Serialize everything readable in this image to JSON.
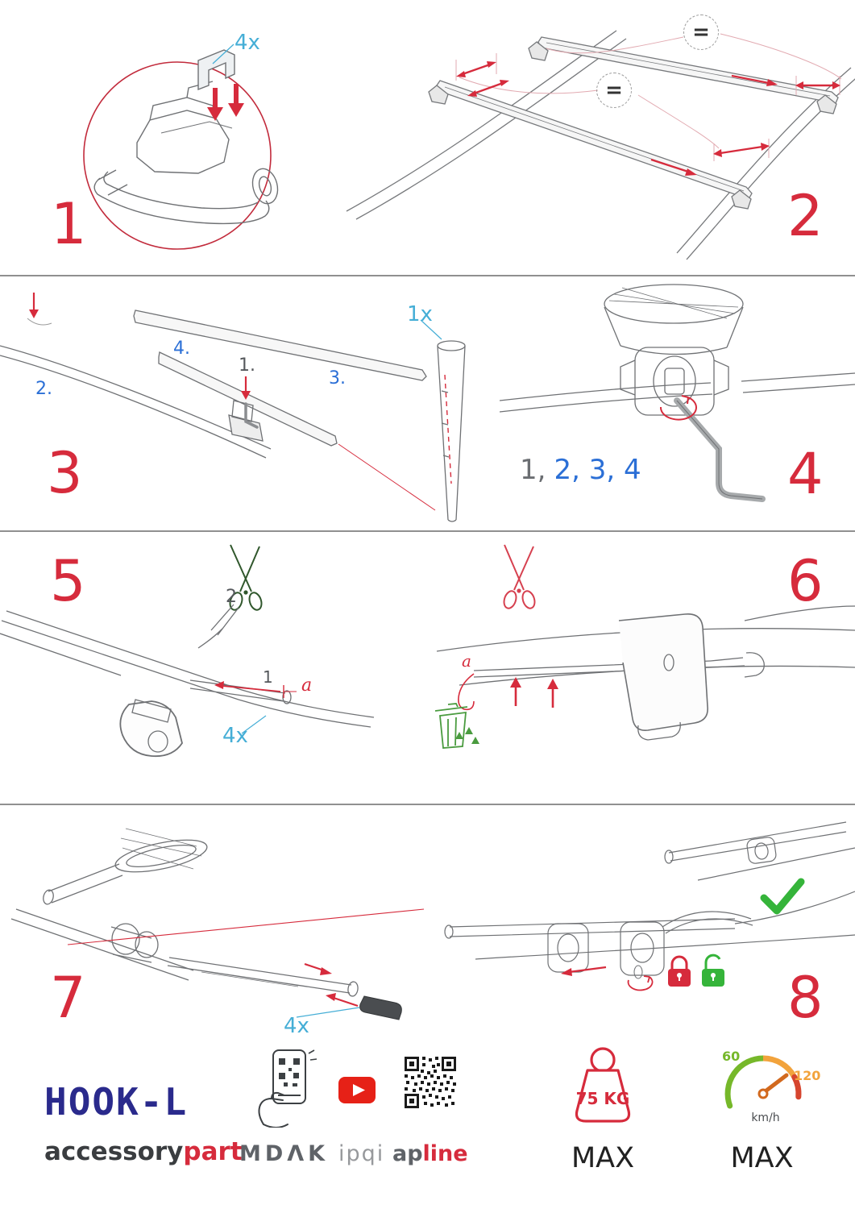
{
  "colors": {
    "accent_red": "#d62b3c",
    "label_cyan": "#45aed6",
    "label_blue": "#2b6fd6",
    "success_green": "#35b43a",
    "brand_navy": "#2a2a8c",
    "logo_gray": "#5f6368",
    "speed_green": "#76b82a",
    "speed_orange": "#f2a33c"
  },
  "steps": {
    "s1": {
      "number": "1",
      "qty": "4x"
    },
    "s2": {
      "number": "2",
      "equal": "="
    },
    "s3": {
      "number": "3",
      "qty": "1x",
      "o1": "1.",
      "o2": "2.",
      "o3": "3.",
      "o4": "4."
    },
    "s4": {
      "number": "4",
      "seq_first": "1,",
      "seq_rest": "2, 3, 4"
    },
    "s5": {
      "number": "5",
      "qty": "4x",
      "cut_label": "2",
      "pull_label": "1",
      "dim": "a"
    },
    "s6": {
      "number": "6",
      "dim": "a"
    },
    "s7": {
      "number": "7",
      "qty": "4x"
    },
    "s8": {
      "number": "8"
    }
  },
  "footer": {
    "product": "HOOK-L",
    "brand_gray": "accessory",
    "brand_red": "part",
    "logo_mdak": "MDΛK",
    "logo_ipqi": "ipqi",
    "logo_ap": "ap",
    "logo_line": "line",
    "weight_value": "75 KG",
    "weight_max": "MAX",
    "speed_low": "60",
    "speed_high": "120",
    "speed_unit": "km/h",
    "speed_max": "MAX"
  }
}
